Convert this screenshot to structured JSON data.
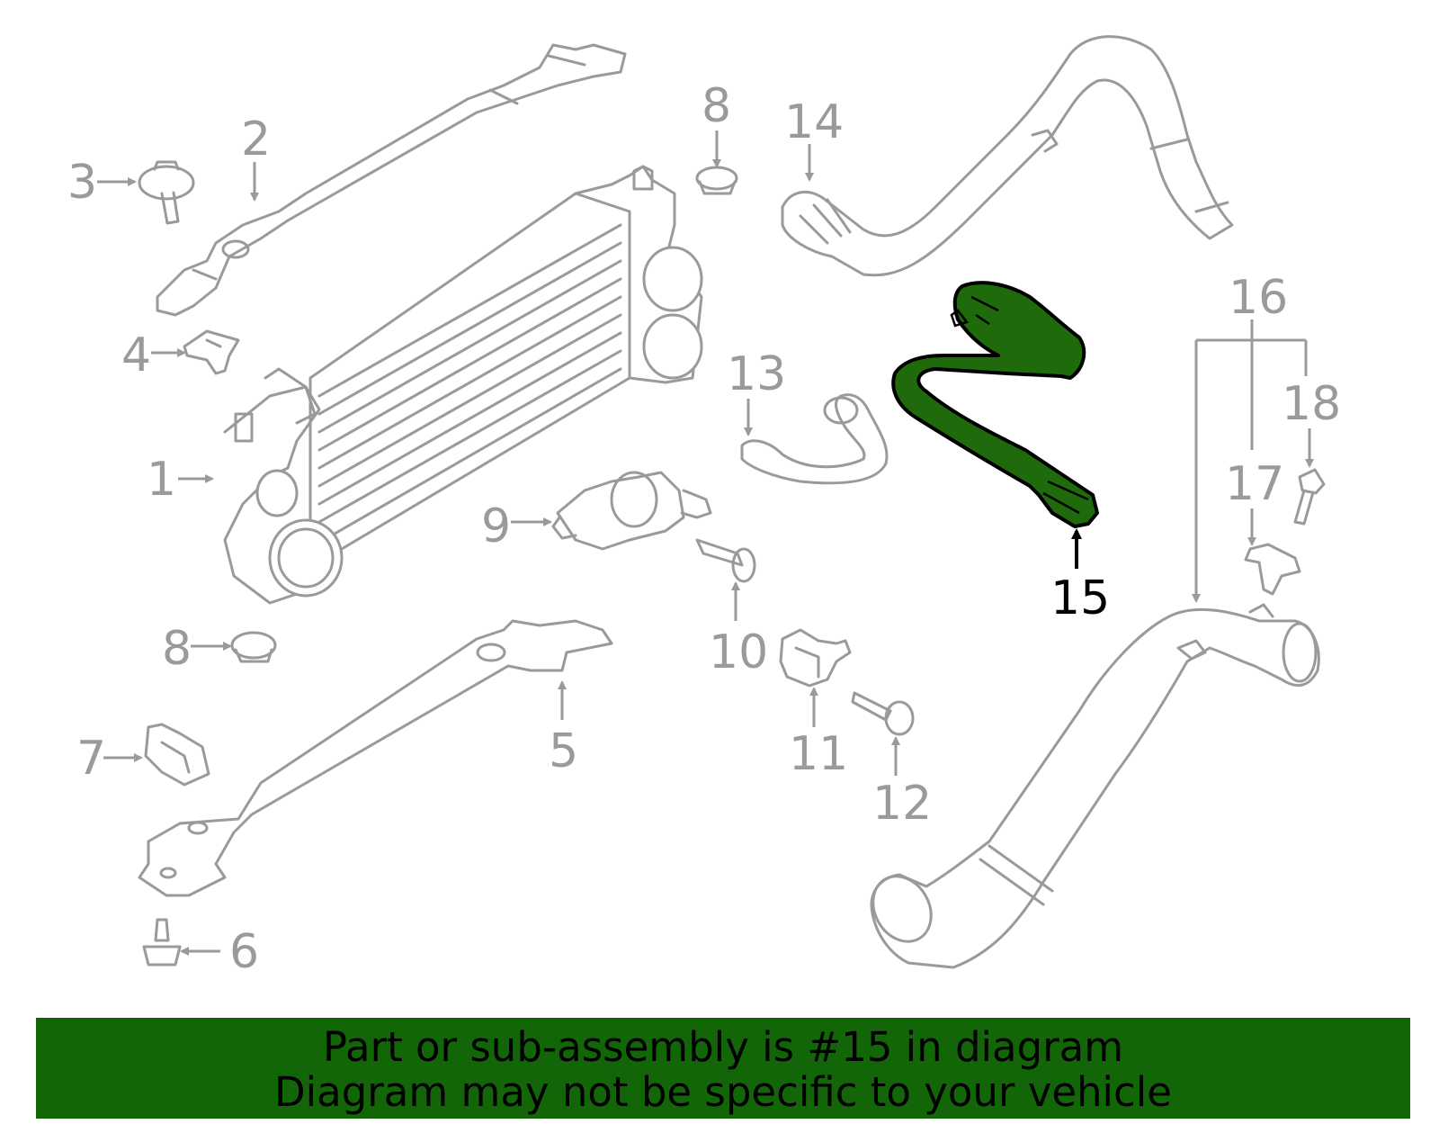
{
  "diagram": {
    "labels": {
      "n1": "1",
      "n2": "2",
      "n3": "3",
      "n4": "4",
      "n5": "5",
      "n6": "6",
      "n7": "7",
      "n8a": "8",
      "n8b": "8",
      "n9": "9",
      "n10": "10",
      "n11": "11",
      "n12": "12",
      "n13": "13",
      "n14": "14",
      "n15": "15",
      "n16": "16",
      "n17": "17",
      "n18": "18"
    },
    "highlighted_part": "15",
    "colors": {
      "highlight": "#1f6b0c",
      "linework": "#9a9a9a",
      "banner": "#136608"
    }
  },
  "banner": {
    "line1": "Part or sub-assembly is #15 in diagram",
    "line2": "Diagram may not be specific to your vehicle"
  }
}
